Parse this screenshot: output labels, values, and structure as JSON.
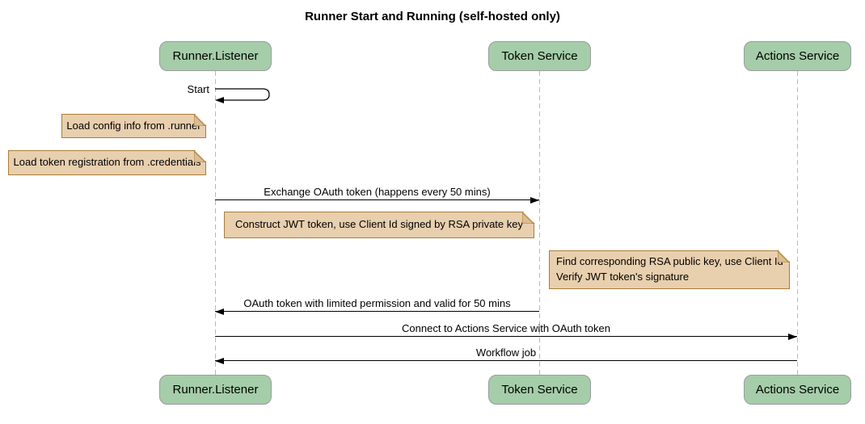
{
  "diagram": {
    "type": "sequence",
    "title": "Runner Start and Running (self-hosted only)"
  },
  "participants": [
    {
      "label": "Runner.Listener"
    },
    {
      "label": "Token Service"
    },
    {
      "label": "Actions Service"
    }
  ],
  "self_message": {
    "label": "Start",
    "participant": "Runner.Listener"
  },
  "notes": [
    {
      "text": "Load config info from .runner",
      "position": "left of Runner.Listener"
    },
    {
      "text": "Load token registration from .credentials",
      "position": "left of Runner.Listener"
    },
    {
      "text": "Construct JWT token, use Client Id signed by RSA private key",
      "position": "right of Runner.Listener"
    },
    {
      "text": "Find corresponding RSA public key, use Client Id\nVerify JWT token's signature",
      "position": "left of Actions Service"
    }
  ],
  "messages": [
    {
      "label": "Exchange OAuth token (happens every 50 mins)",
      "from": "Runner.Listener",
      "to": "Token Service",
      "direction": "right"
    },
    {
      "label": "OAuth token with limited permission and valid for 50 mins",
      "from": "Token Service",
      "to": "Runner.Listener",
      "direction": "left"
    },
    {
      "label": "Connect to Actions Service with OAuth token",
      "from": "Runner.Listener",
      "to": "Actions Service",
      "direction": "right"
    },
    {
      "label": "Workflow job",
      "from": "Actions Service",
      "to": "Runner.Listener",
      "direction": "left"
    }
  ],
  "colors": {
    "background": "#ffffff",
    "actor_fill": "#a5cda9",
    "actor_border": "#9b9b9b",
    "note_fill": "#e8cfae",
    "note_border": "#aa7d39",
    "lifeline": "#b9b9b9",
    "arrow": "#000000"
  }
}
